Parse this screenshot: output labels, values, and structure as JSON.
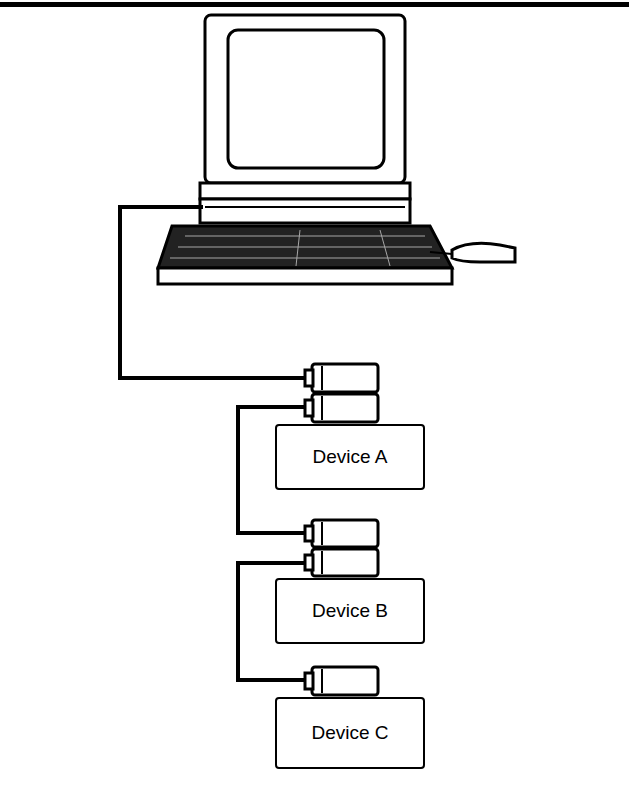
{
  "diagram": {
    "nodes": [
      {
        "text": [
          "Device A"
        ]
      },
      {
        "text": [
          "Device B"
        ]
      },
      {
        "text": [
          "Device C"
        ]
      }
    ],
    "edges": [
      {
        "from": 0,
        "to": 1,
        "arrow": "none"
      },
      {
        "from": 1,
        "to": 2,
        "arrow": "none"
      }
    ]
  }
}
